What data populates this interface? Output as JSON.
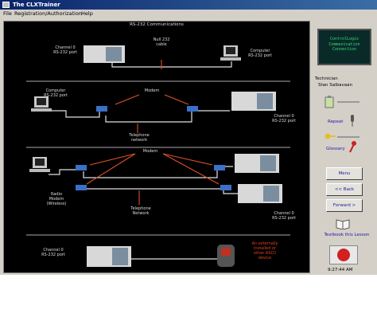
{
  "window": {
    "title": "The CLXTrainer"
  },
  "menu": [
    "File",
    "Registration/Authorization",
    "Help"
  ],
  "main": {
    "title": "RS-232 Communications",
    "labels": {
      "ch0_top": "Channel 0\nRS-232 port",
      "computer_top": "Computer\nRS-232 port",
      "null_cable": "Null 232\ncable",
      "computer_mid": "Computer\nRS-232 port",
      "modem_mid": "Modem",
      "ch0_mid": "Channel 0\nRS-232 port",
      "telephone_mid": "Telephone\nnetwork",
      "modem_low": "Modem",
      "radio_modem": "Radio\nModem\n(Wireless)",
      "telephone_low": "Telephone\nNetwork",
      "ch0_low": "Channel 0\nRS-232 port",
      "ch0_bottom": "Channel 0\nRS-232 port",
      "ascii_device": "An externally\ninstalled or\nother ASCII\ndevice"
    }
  },
  "right": {
    "display": "ControlLogix\nCommunication\nConnection",
    "technician_label": "Technician",
    "technician_name": "Stan Salbavaan",
    "repeat": "Repeat",
    "glossary": "Glossary",
    "btn_menu": "Menu",
    "btn_back": "<< Back",
    "btn_forward": "Forward >",
    "textbook": "Textbook this Lesson",
    "timer": "9:27:44 AM"
  }
}
